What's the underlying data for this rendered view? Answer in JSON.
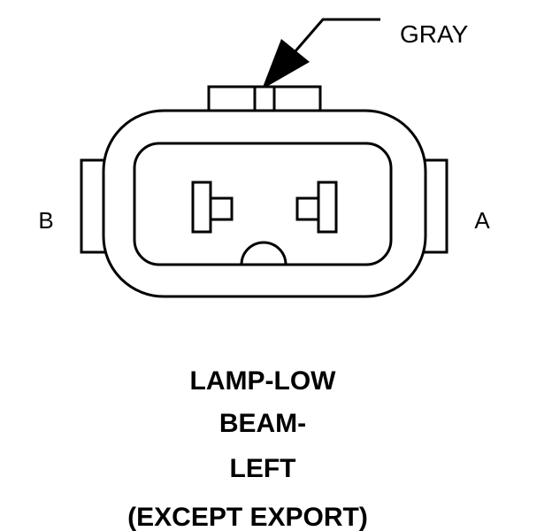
{
  "diagram": {
    "wire_color_label": "GRAY",
    "pin_labels": {
      "left": "B",
      "right": "A"
    },
    "title_lines": [
      "LAMP-LOW",
      "BEAM-",
      "LEFT"
    ],
    "subtitle": "(EXCEPT EXPORT)"
  },
  "colors": {
    "ink": "#000000",
    "background": "#ffffff"
  }
}
